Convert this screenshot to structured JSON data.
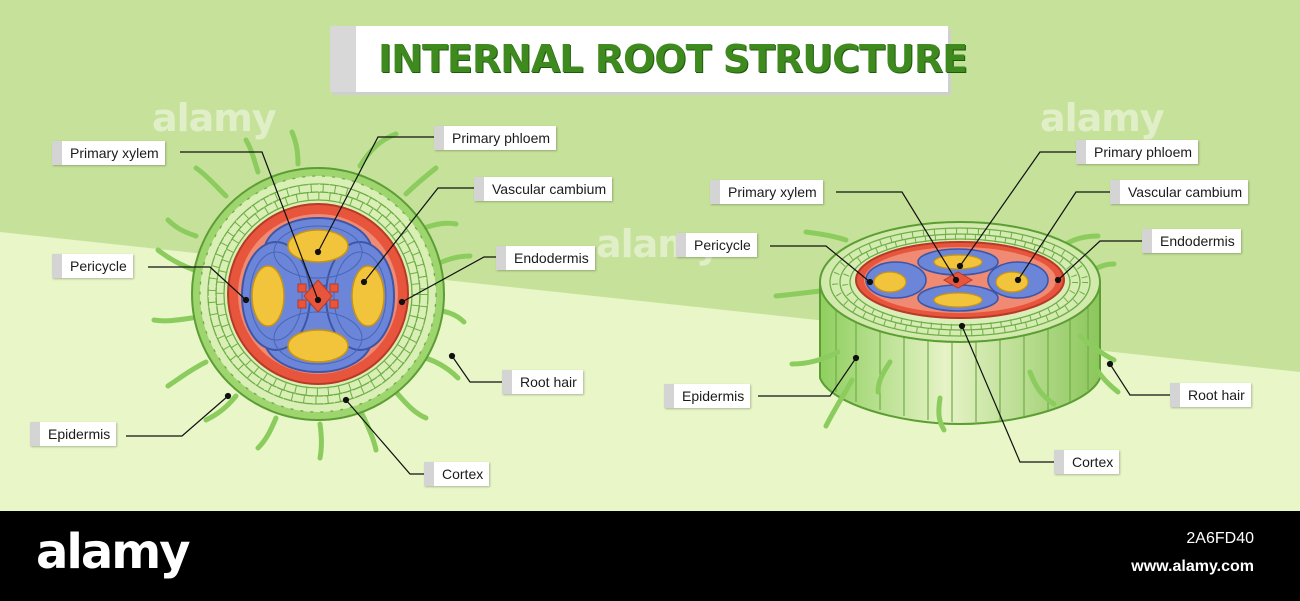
{
  "title": "INTERNAL ROOT STRUCTURE",
  "left_labels": {
    "primary_xylem": "Primary xylem",
    "primary_phloem": "Primary phloem",
    "vascular_cambium": "Vascular cambium",
    "pericycle": "Pericycle",
    "endodermis": "Endodermis",
    "root_hair": "Root hair",
    "epidermis": "Epidermis",
    "cortex": "Cortex"
  },
  "right_labels": {
    "primary_phloem": "Primary phloem",
    "primary_xylem": "Primary xylem",
    "vascular_cambium": "Vascular cambium",
    "pericycle": "Pericycle",
    "endodermis": "Endodermis",
    "epidermis": "Epidermis",
    "root_hair": "Root hair",
    "cortex": "Cortex"
  },
  "watermark": "alamy",
  "footer": {
    "brand": "alamy",
    "image_code": "2A6FD40",
    "url": "www.alamy.com"
  },
  "colors": {
    "bg_dark": "#c6e29a",
    "bg_light": "#e8f6c8",
    "title_green": "#3f8a1e",
    "cortex_green": "#7fbf55",
    "endodermis_red": "#e8553d",
    "vascular_blue": "#6b86d8",
    "phloem_yellow": "#f2c43c"
  }
}
